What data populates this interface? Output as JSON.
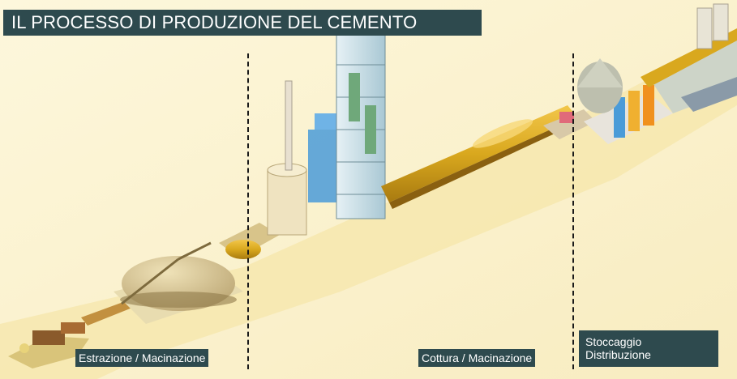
{
  "title": "IL PROCESSO DI PRODUZIONE DEL CEMENTO",
  "stages": [
    {
      "label": "Estrazione / Macinazione"
    },
    {
      "label": "Cottura / Macinazione"
    },
    {
      "label_lines": [
        "Stoccaggio",
        "Distribuzione"
      ]
    }
  ],
  "colors": {
    "background": "#fbf3cf",
    "label_box": "#2e4a4e",
    "label_text": "#ffffff",
    "divider": "#1a1a1a",
    "kiln": "#d9a81e",
    "tower": "#cfe3ec",
    "silo_blue": "#4a9bd8",
    "silo_orange": "#f0901e"
  }
}
